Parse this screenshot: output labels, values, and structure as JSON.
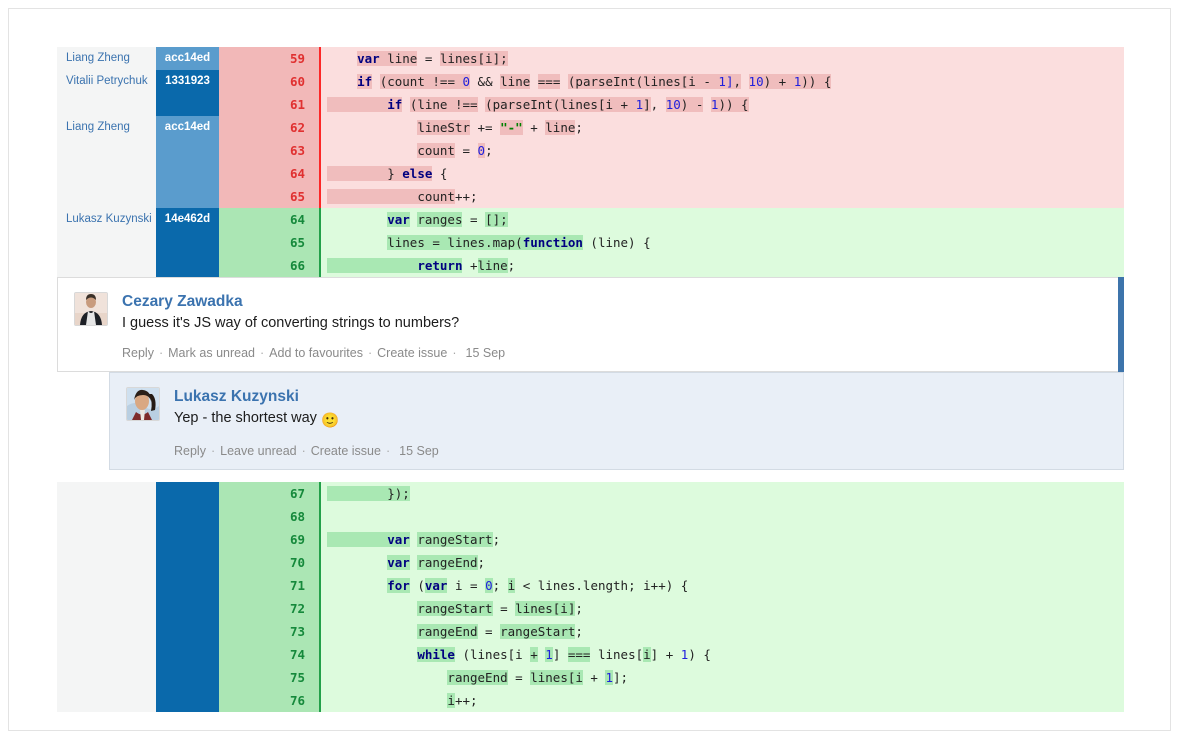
{
  "diff_top": {
    "rows": [
      {
        "type": "del",
        "author": "Liang Zheng",
        "hash": "acc14ed",
        "hash_shade": "light",
        "num": "59",
        "code": [
          {
            "t": "    ",
            "c": ""
          },
          {
            "t": "var",
            "c": "kw hl"
          },
          {
            "t": " ",
            "c": "hl"
          },
          {
            "t": "line",
            "c": "hl"
          },
          {
            "t": " = ",
            "c": ""
          },
          {
            "t": "lines[i];",
            "c": "hl"
          }
        ]
      },
      {
        "type": "del",
        "author": "Vitalii Petrychuk",
        "hash": "1331923",
        "hash_shade": "dark",
        "num": "60",
        "code": [
          {
            "t": "    ",
            "c": ""
          },
          {
            "t": "if",
            "c": "kw hl"
          },
          {
            "t": " ",
            "c": ""
          },
          {
            "t": "(count ",
            "c": "hl"
          },
          {
            "t": "!==",
            "c": "hl"
          },
          {
            "t": " ",
            "c": "hl"
          },
          {
            "t": "0",
            "c": "num hl"
          },
          {
            "t": " && ",
            "c": ""
          },
          {
            "t": "line",
            "c": "hl"
          },
          {
            "t": " ",
            "c": ""
          },
          {
            "t": "===",
            "c": "hl"
          },
          {
            "t": " ",
            "c": ""
          },
          {
            "t": "(parseInt(lines[i ",
            "c": "hl"
          },
          {
            "t": "-",
            "c": "hl"
          },
          {
            "t": " ",
            "c": "hl"
          },
          {
            "t": "1]",
            "c": "num hl"
          },
          {
            "t": ",",
            "c": "hl"
          },
          {
            "t": " ",
            "c": ""
          },
          {
            "t": "10",
            "c": "num hl"
          },
          {
            "t": ") + ",
            "c": "hl"
          },
          {
            "t": "1",
            "c": "num hl"
          },
          {
            "t": ")) {",
            "c": "hl"
          }
        ]
      },
      {
        "type": "del",
        "author": "",
        "hash": "",
        "hash_shade": "dark",
        "num": "61",
        "code": [
          {
            "t": "        ",
            "c": "hl"
          },
          {
            "t": "if",
            "c": "kw hl"
          },
          {
            "t": " ",
            "c": ""
          },
          {
            "t": "(line ",
            "c": "hl"
          },
          {
            "t": "!==",
            "c": "hl"
          },
          {
            "t": " ",
            "c": ""
          },
          {
            "t": "(parseInt(lines[i + ",
            "c": "hl"
          },
          {
            "t": "1",
            "c": "num hl"
          },
          {
            "t": "]",
            "c": "hl"
          },
          {
            "t": ", ",
            "c": ""
          },
          {
            "t": "10",
            "c": "num hl"
          },
          {
            "t": ") ",
            "c": "hl"
          },
          {
            "t": "-",
            "c": "hl"
          },
          {
            "t": " ",
            "c": ""
          },
          {
            "t": "1",
            "c": "num hl"
          },
          {
            "t": ")) {",
            "c": "hl"
          }
        ]
      },
      {
        "type": "del",
        "author": "Liang Zheng",
        "hash": "acc14ed",
        "hash_shade": "light",
        "num": "62",
        "code": [
          {
            "t": "            ",
            "c": ""
          },
          {
            "t": "lineStr",
            "c": "hl"
          },
          {
            "t": " += ",
            "c": ""
          },
          {
            "t": "\"-\"",
            "c": "str hl"
          },
          {
            "t": " + ",
            "c": ""
          },
          {
            "t": "line",
            "c": "hl"
          },
          {
            "t": ";",
            "c": ""
          }
        ]
      },
      {
        "type": "del",
        "author": "",
        "hash": "",
        "hash_shade": "light",
        "num": "63",
        "code": [
          {
            "t": "            ",
            "c": ""
          },
          {
            "t": "count",
            "c": "hl"
          },
          {
            "t": " = ",
            "c": ""
          },
          {
            "t": "0",
            "c": "num hl"
          },
          {
            "t": ";",
            "c": ""
          }
        ]
      },
      {
        "type": "del",
        "author": "",
        "hash": "",
        "hash_shade": "light",
        "num": "64",
        "code": [
          {
            "t": "        ",
            "c": "hl"
          },
          {
            "t": "} ",
            "c": "hl"
          },
          {
            "t": "else",
            "c": "kw hl"
          },
          {
            "t": " {",
            "c": ""
          }
        ]
      },
      {
        "type": "del",
        "author": "",
        "hash": "",
        "hash_shade": "light",
        "num": "65",
        "code": [
          {
            "t": "            ",
            "c": "hl"
          },
          {
            "t": "count",
            "c": "hl"
          },
          {
            "t": "++;",
            "c": ""
          }
        ]
      },
      {
        "type": "add",
        "author": "Lukasz Kuzynski",
        "hash": "14e462d",
        "hash_shade": "dark",
        "num": "64",
        "code": [
          {
            "t": "        ",
            "c": ""
          },
          {
            "t": "var",
            "c": "kw hl"
          },
          {
            "t": " ",
            "c": ""
          },
          {
            "t": "ranges",
            "c": "hl"
          },
          {
            "t": " = ",
            "c": ""
          },
          {
            "t": "[];",
            "c": "hl"
          }
        ]
      },
      {
        "type": "add",
        "author": "",
        "hash": "",
        "hash_shade": "dark",
        "num": "65",
        "code": [
          {
            "t": "        ",
            "c": ""
          },
          {
            "t": "lines = lines.map(",
            "c": "hl"
          },
          {
            "t": "function",
            "c": "kw hl"
          },
          {
            "t": " (line) {",
            "c": ""
          }
        ]
      },
      {
        "type": "add",
        "author": "",
        "hash": "",
        "hash_shade": "dark",
        "num": "66",
        "code": [
          {
            "t": "            ",
            "c": "hl"
          },
          {
            "t": "return",
            "c": "kw hl"
          },
          {
            "t": " +",
            "c": ""
          },
          {
            "t": "line",
            "c": "hl"
          },
          {
            "t": ";",
            "c": ""
          }
        ]
      }
    ]
  },
  "comments": [
    {
      "author": "Cezary Zawadka",
      "text": "I guess it's JS way of converting strings to numbers?",
      "actions": [
        "Reply",
        "Mark as unread",
        "Add to favourites",
        "Create issue"
      ],
      "date": "15 Sep",
      "unread": true,
      "avatar": "photo-avatar-cezary"
    },
    {
      "author": "Lukasz Kuzynski",
      "text": "Yep - the shortest way",
      "emoji": "🙂",
      "actions": [
        "Reply",
        "Leave unread",
        "Create issue"
      ],
      "date": "15 Sep",
      "unread": false,
      "avatar": "photo-avatar-lukasz"
    }
  ],
  "diff_bottom": {
    "rows": [
      {
        "type": "add",
        "author": "",
        "hash": "",
        "hash_shade": "dark",
        "num": "67",
        "code": [
          {
            "t": "        ",
            "c": "hl"
          },
          {
            "t": "});",
            "c": "hl"
          }
        ]
      },
      {
        "type": "add",
        "author": "",
        "hash": "",
        "hash_shade": "dark",
        "num": "68",
        "code": [
          {
            "t": "",
            "c": ""
          }
        ]
      },
      {
        "type": "add",
        "author": "",
        "hash": "",
        "hash_shade": "dark",
        "num": "69",
        "code": [
          {
            "t": "        ",
            "c": "hl"
          },
          {
            "t": "var",
            "c": "kw hl"
          },
          {
            "t": " ",
            "c": ""
          },
          {
            "t": "rangeStart",
            "c": "hl"
          },
          {
            "t": ";",
            "c": ""
          }
        ]
      },
      {
        "type": "add",
        "author": "",
        "hash": "",
        "hash_shade": "dark",
        "num": "70",
        "code": [
          {
            "t": "        ",
            "c": ""
          },
          {
            "t": "var",
            "c": "kw hl"
          },
          {
            "t": " ",
            "c": ""
          },
          {
            "t": "rangeEnd",
            "c": "hl"
          },
          {
            "t": ";",
            "c": ""
          }
        ]
      },
      {
        "type": "add",
        "author": "",
        "hash": "",
        "hash_shade": "dark",
        "num": "71",
        "code": [
          {
            "t": "        ",
            "c": ""
          },
          {
            "t": "for",
            "c": "kw hl"
          },
          {
            "t": " (",
            "c": ""
          },
          {
            "t": "var",
            "c": "kw hl"
          },
          {
            "t": " i = ",
            "c": ""
          },
          {
            "t": "0",
            "c": "num hl"
          },
          {
            "t": "; ",
            "c": ""
          },
          {
            "t": "i",
            "c": "hl"
          },
          {
            "t": " < lines.length; i++) {",
            "c": ""
          }
        ]
      },
      {
        "type": "add",
        "author": "",
        "hash": "",
        "hash_shade": "dark",
        "num": "72",
        "code": [
          {
            "t": "            ",
            "c": ""
          },
          {
            "t": "rangeStart",
            "c": "hl"
          },
          {
            "t": " = ",
            "c": ""
          },
          {
            "t": "lines[i]",
            "c": "hl"
          },
          {
            "t": ";",
            "c": ""
          }
        ]
      },
      {
        "type": "add",
        "author": "",
        "hash": "",
        "hash_shade": "dark",
        "num": "73",
        "code": [
          {
            "t": "            ",
            "c": ""
          },
          {
            "t": "rangeEnd",
            "c": "hl"
          },
          {
            "t": " = ",
            "c": ""
          },
          {
            "t": "rangeStart",
            "c": "hl"
          },
          {
            "t": ";",
            "c": ""
          }
        ]
      },
      {
        "type": "add",
        "author": "",
        "hash": "",
        "hash_shade": "dark",
        "num": "74",
        "code": [
          {
            "t": "            ",
            "c": ""
          },
          {
            "t": "while",
            "c": "kw hl"
          },
          {
            "t": " (lines[i ",
            "c": ""
          },
          {
            "t": "+",
            "c": "hl"
          },
          {
            "t": " ",
            "c": ""
          },
          {
            "t": "1",
            "c": "num hl"
          },
          {
            "t": "] ",
            "c": ""
          },
          {
            "t": "===",
            "c": "hl"
          },
          {
            "t": " lines[",
            "c": ""
          },
          {
            "t": "i",
            "c": "hl"
          },
          {
            "t": "] + ",
            "c": ""
          },
          {
            "t": "1",
            "c": "num"
          },
          {
            "t": ") {",
            "c": ""
          }
        ]
      },
      {
        "type": "add",
        "author": "",
        "hash": "",
        "hash_shade": "dark",
        "num": "75",
        "code": [
          {
            "t": "                ",
            "c": ""
          },
          {
            "t": "rangeEnd",
            "c": "hl"
          },
          {
            "t": " = ",
            "c": ""
          },
          {
            "t": "lines[i",
            "c": "hl"
          },
          {
            "t": " + ",
            "c": ""
          },
          {
            "t": "1",
            "c": "num hl"
          },
          {
            "t": "];",
            "c": ""
          }
        ]
      },
      {
        "type": "add",
        "author": "",
        "hash": "",
        "hash_shade": "dark",
        "num": "76",
        "code": [
          {
            "t": "                ",
            "c": ""
          },
          {
            "t": "i",
            "c": "hl"
          },
          {
            "t": "++;",
            "c": ""
          }
        ]
      }
    ]
  },
  "colors": {
    "deleted_bg": "#fbdede",
    "deleted_word": "#f0bdbd",
    "deleted_gutter": "#f2b8b8",
    "deleted_bar": "#fc2727",
    "added_bg": "#ddfbdd",
    "added_word": "#a9e8b3",
    "added_gutter": "#abe6b4",
    "added_bar": "#23a04a",
    "hash_light": "#5a9ccd",
    "hash_dark": "#0a69ab",
    "link": "#3b73af",
    "unread_bar": "#3d74ab",
    "reply_bg": "#e9eff7"
  }
}
